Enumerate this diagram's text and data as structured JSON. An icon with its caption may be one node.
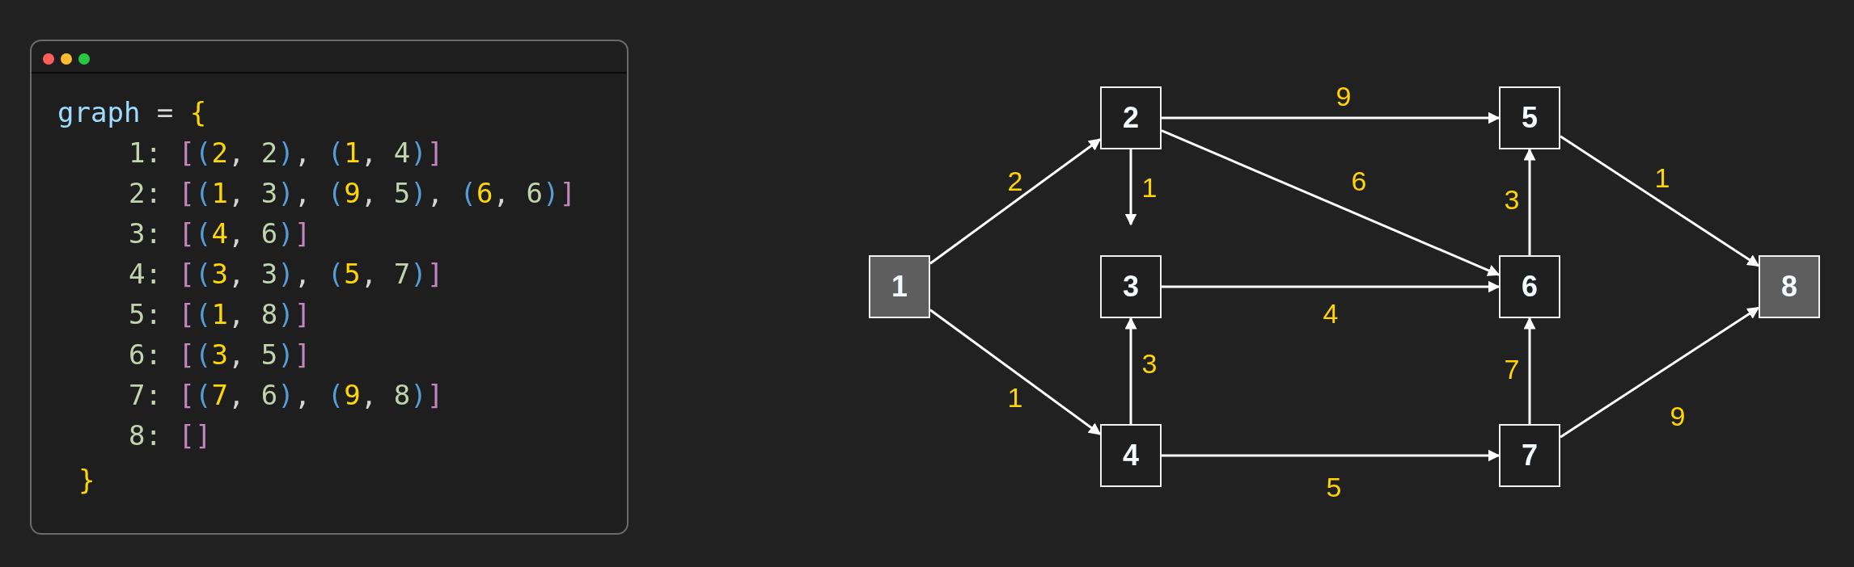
{
  "diagram": {
    "nodes": [
      {
        "text": [
          "graph = {",
          "1: [(2, 2), (1, 4)]",
          "2: [(1, 3), (9, 5), (6, 6)]",
          "3: [(4, 6)]",
          "4: [(3, 3), (5, 7)]",
          "5: [(1, 8)]",
          "6: [(3, 5)]",
          "7: [(7, 6), (9, 8)]",
          "8: []",
          "}"
        ]
      },
      {
        "text": [
          "1"
        ]
      },
      {
        "text": [
          "2"
        ]
      },
      {
        "text": [
          "3"
        ]
      },
      {
        "text": [
          "4"
        ]
      },
      {
        "text": [
          "5"
        ]
      },
      {
        "text": [
          "6"
        ]
      },
      {
        "text": [
          "7"
        ]
      },
      {
        "text": [
          "8"
        ]
      }
    ],
    "edges": [
      {
        "from": 1,
        "to": 2,
        "arrow": "to",
        "label": "2"
      },
      {
        "from": 1,
        "to": 4,
        "arrow": "to",
        "label": "1"
      },
      {
        "from": 2,
        "to": 5,
        "arrow": "to",
        "label": "9"
      },
      {
        "from": 2,
        "to": 6,
        "arrow": "to",
        "label": "6"
      },
      {
        "from": 2,
        "to": 3,
        "arrow": "to",
        "label": "1"
      },
      {
        "from": 4,
        "to": 3,
        "arrow": "to",
        "label": "3"
      },
      {
        "from": 3,
        "to": 6,
        "arrow": "to",
        "label": "4"
      },
      {
        "from": 4,
        "to": 7,
        "arrow": "to",
        "label": "5"
      },
      {
        "from": 6,
        "to": 5,
        "arrow": "to",
        "label": "3"
      },
      {
        "from": 7,
        "to": 6,
        "arrow": "to",
        "label": "7"
      },
      {
        "from": 5,
        "to": 8,
        "arrow": "to",
        "label": "1"
      },
      {
        "from": 7,
        "to": 8,
        "arrow": "to",
        "label": "9"
      }
    ]
  }
}
